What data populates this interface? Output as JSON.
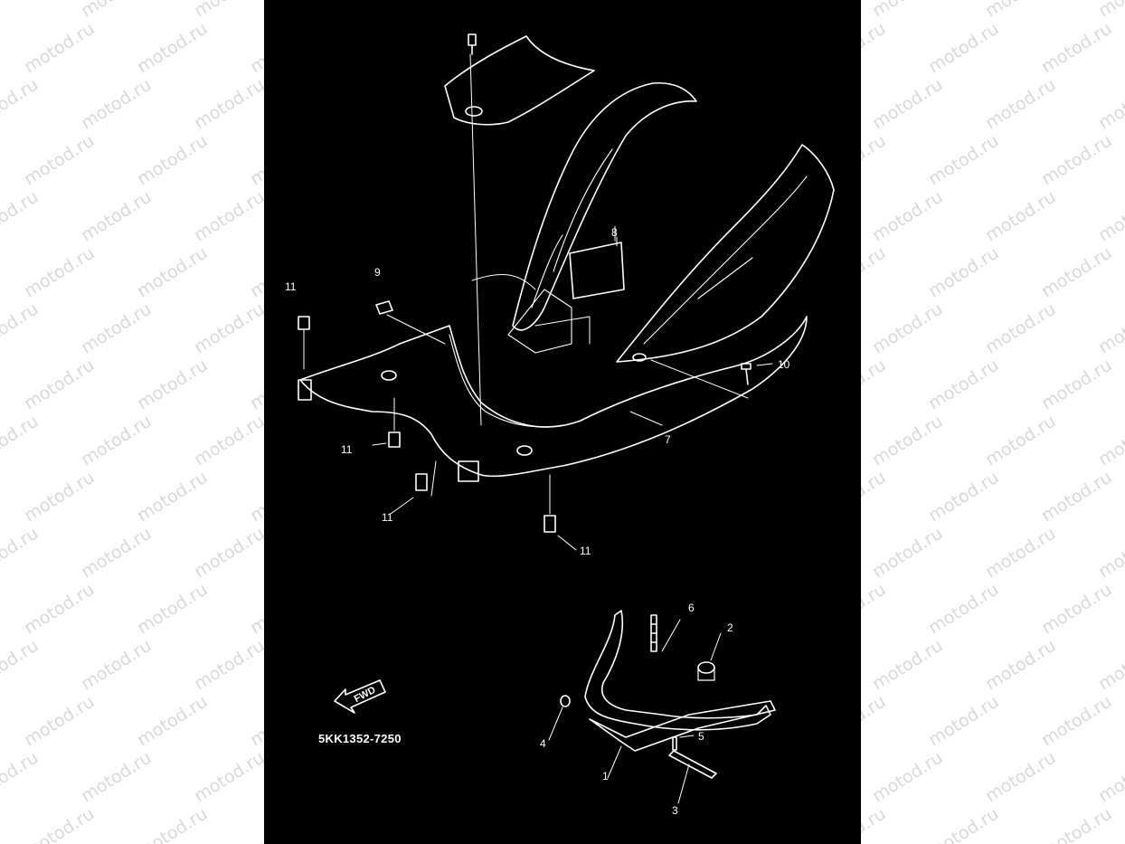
{
  "watermark": "motod.ru",
  "diagram": {
    "part_code": "5KK1352-7250",
    "fwd_label": "FWD",
    "callouts": [
      "1",
      "2",
      "3",
      "4",
      "5",
      "6",
      "7",
      "8",
      "9",
      "10",
      "11",
      "11",
      "11",
      "11"
    ]
  },
  "colors": {
    "panel": "#000000",
    "line": "#ffffff",
    "watermark": "#d9d9d9"
  }
}
